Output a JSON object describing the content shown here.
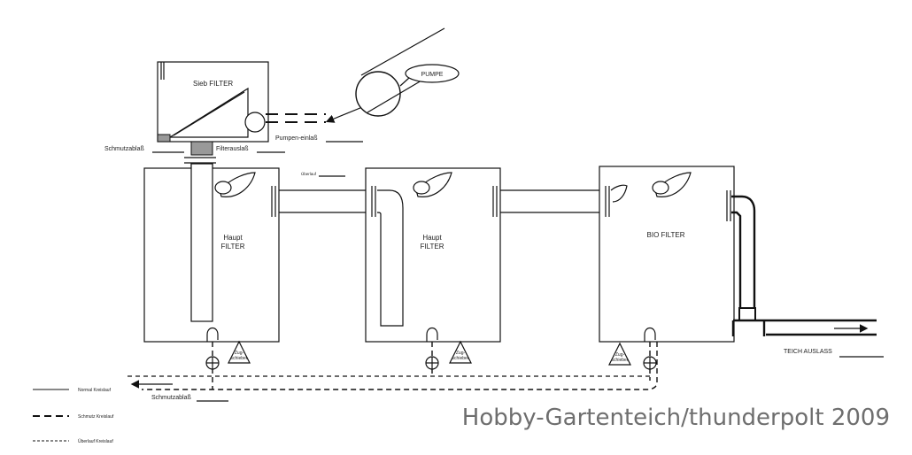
{
  "labels": {
    "sieb_filter": "Sieb FILTER",
    "pumpe": "PUMPE",
    "schmutzablass_top": "Schmutzablaß",
    "filterauslass": "Filterauslaß",
    "pumpen_einlass": "Pumpen-einlaß",
    "ueberlauf": "Überlauf",
    "haupt": "Haupt",
    "filter": "FILTER",
    "bio_filter": "BIO FILTER",
    "teich_auslass": "TEICH AUSLASS",
    "zug": "Zug-",
    "schieber": "schieber",
    "schmutzablass_bottom": "Schmutzablaß"
  },
  "legend": {
    "normal": "Normal Kreislauf",
    "schmutz": "Schmutz Kreislauf",
    "ueberlauf": "Überlauf Kreislauf"
  },
  "watermark": "Hobby-Gartenteich/thunderpolt 2009"
}
